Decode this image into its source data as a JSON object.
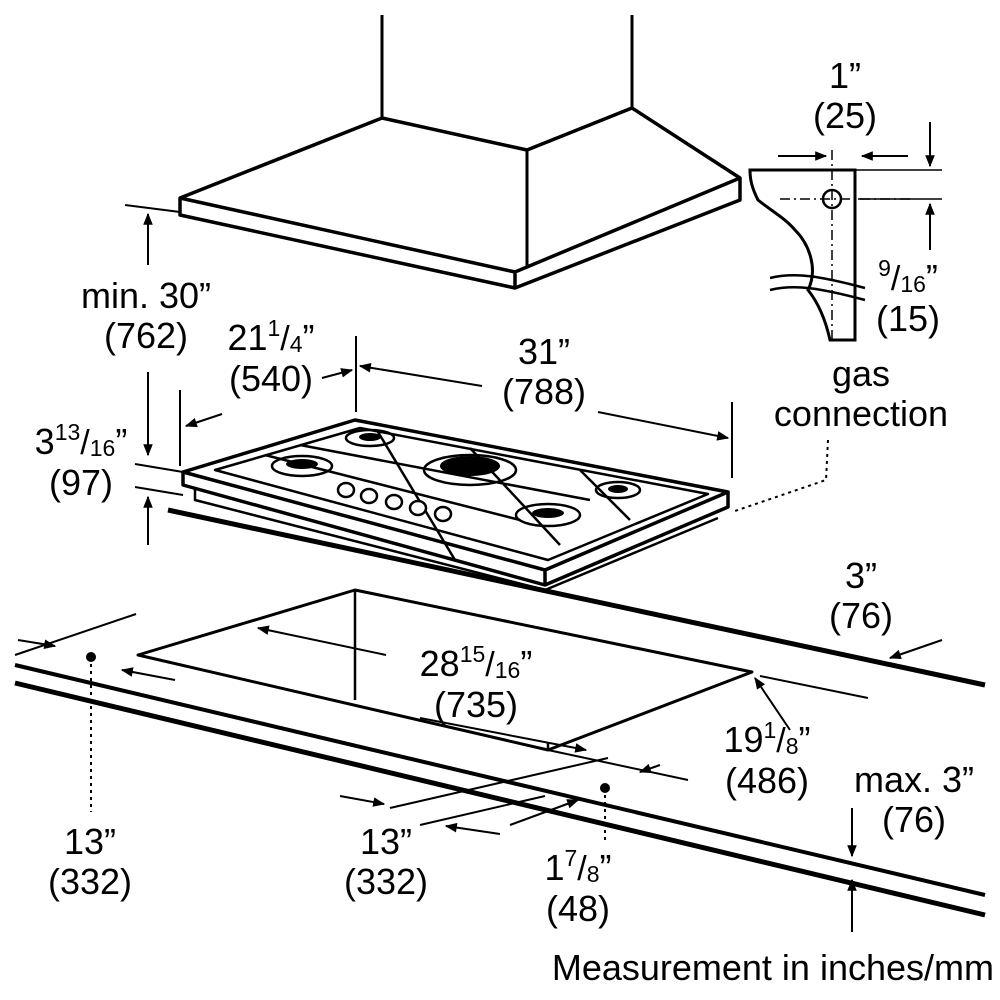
{
  "diagram": {
    "footer": "Measurement in inches/mm",
    "gas_connection": [
      "gas",
      "connection"
    ],
    "dims": {
      "hood_clearance": {
        "in": "min. 30”",
        "mm": "(762)"
      },
      "cooktop_depth": {
        "whole": "21",
        "num": "1",
        "den": "4",
        "unit": "”",
        "mm": "(540)"
      },
      "cooktop_width": {
        "in": "31”",
        "mm": "(788)"
      },
      "cooktop_height": {
        "whole": "3",
        "num": "13",
        "den": "16",
        "unit": "”",
        "mm": "(97)"
      },
      "gas_offset_horizontal": {
        "in": "1”",
        "mm": "(25)"
      },
      "gas_offset_vertical": {
        "num": "9",
        "den": "16",
        "unit": "”",
        "mm": "(15)"
      },
      "rear_clearance": {
        "in": "3”",
        "mm": "(76)"
      },
      "cutout_width": {
        "whole": "28",
        "num": "15",
        "den": "16",
        "unit": "”",
        "mm": "(735)"
      },
      "cutout_depth": {
        "whole": "19",
        "num": "1",
        "den": "8",
        "unit": "”",
        "mm": "(486)"
      },
      "counter_thickness": {
        "in": "max. 3”",
        "mm": "(76)"
      },
      "side_clearance_left": {
        "in": "13”",
        "mm": "(332)"
      },
      "side_clearance_center": {
        "in": "13”",
        "mm": "(332)"
      },
      "front_clearance": {
        "whole": "1",
        "num": "7",
        "den": "8",
        "unit": "”",
        "mm": "(48)"
      }
    }
  },
  "colors": {
    "ink": "#000000",
    "paper": "#ffffff"
  }
}
